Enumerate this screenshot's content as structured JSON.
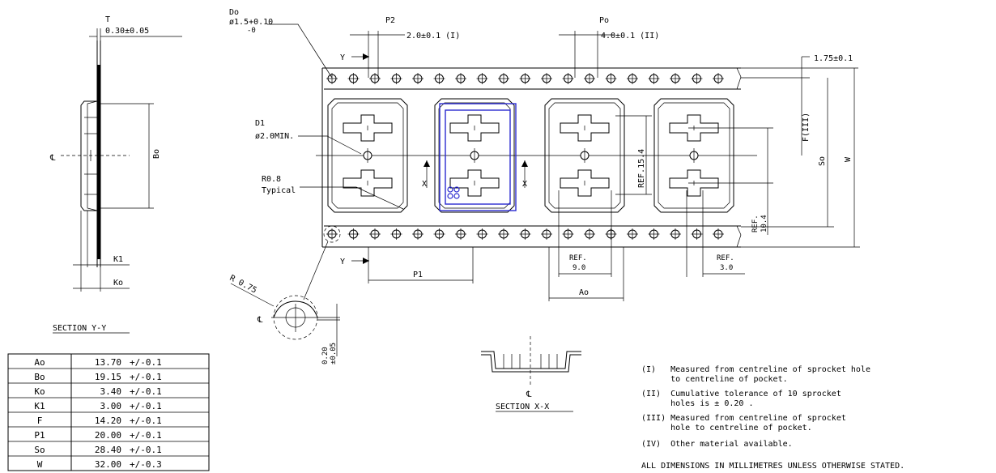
{
  "labels": {
    "T_symbol": "T",
    "T_value": "0.30±0.05",
    "Do_symbol": "Do",
    "Do_value": "ø1.5+0.10",
    "Do_tol": "-0",
    "P2_symbol": "P2",
    "P2_value": "2.0±0.1 (I)",
    "Po_symbol": "Po",
    "Po_value": "4.0±0.1 (II)",
    "edge_value": "1.75±0.1",
    "Y_top": "Y",
    "Y_bottom": "Y",
    "X_left": "X",
    "X_right": "X",
    "D1_symbol": "D1",
    "D1_value": "ø2.0MIN.",
    "R_value": "R0.8",
    "R_note": "Typical",
    "F_label": "F(III)",
    "So_label": "So",
    "W_label": "W",
    "ref154": "REF.15.4",
    "ref104_a": "REF.",
    "ref104_b": "10.4",
    "ref90_a": "REF.",
    "ref90_b": "9.0",
    "ref30_a": "REF.",
    "ref30_b": "3.0",
    "P1_label": "P1",
    "Ao_label": "Ao",
    "Bo_label": "Bo",
    "K1_label": "K1",
    "Ko_label": "Ko",
    "CL_left": "℄",
    "CL_detail": "℄",
    "CL_section": "℄",
    "R075": "R 0.75",
    "detail_dim_a": "0.20",
    "detail_dim_b": "±0.05",
    "section_yy": "SECTION Y-Y",
    "section_xx": "SECTION X-X"
  },
  "dimension_table": [
    {
      "symbol": "Ao",
      "value": "13.70",
      "tol": "+/-0.1"
    },
    {
      "symbol": "Bo",
      "value": "19.15",
      "tol": "+/-0.1"
    },
    {
      "symbol": "Ko",
      "value": "3.40",
      "tol": "+/-0.1"
    },
    {
      "symbol": "K1",
      "value": "3.00",
      "tol": "+/-0.1"
    },
    {
      "symbol": "F",
      "value": "14.20",
      "tol": "+/-0.1"
    },
    {
      "symbol": "P1",
      "value": "20.00",
      "tol": "+/-0.1"
    },
    {
      "symbol": "So",
      "value": "28.40",
      "tol": "+/-0.1"
    },
    {
      "symbol": "W",
      "value": "32.00",
      "tol": "+/-0.3"
    }
  ],
  "notes": {
    "n1_a": "(I)   Measured from centreline of sprocket hole",
    "n1_b": "      to centreline of pocket.",
    "n2_a": "(II)  Cumulative tolerance of 10 sprocket",
    "n2_b": "      holes is ± 0.20 .",
    "n3_a": "(III) Measured from centreline of sprocket",
    "n3_b": "      hole to centreline of pocket.",
    "n4": "(IV)  Other material available.",
    "footer": "ALL DIMENSIONS IN MILLIMETRES UNLESS OTHERWISE STATED."
  }
}
